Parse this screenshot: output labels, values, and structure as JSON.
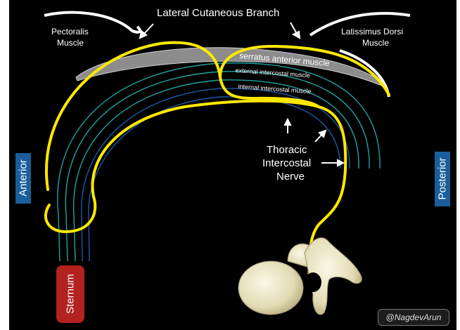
{
  "labels": {
    "lateral_cutaneous_branch": "Lateral Cutaneous Branch",
    "pectoralis_muscle_line1": "Pectoralis",
    "pectoralis_muscle_line2": "Muscle",
    "latissimus_dorsi_line1": "Latissimus Dorsi",
    "latissimus_dorsi_line2": "Muscle",
    "serratus_anterior_muscle": "serratus anterior muscle",
    "external_intercostal_muscle": "external intercostal muscle",
    "internal_intercostal_muscle": "internal intercostal muscle",
    "nerve_line1": "Thoracic",
    "nerve_line2": "Intercostal",
    "nerve_line3": "Nerve",
    "anterior": "Anterior",
    "posterior": "Posterior",
    "sternum": "Sternum",
    "watermark": "@NagdevArun"
  },
  "colors": {
    "background": "#000000",
    "nerve": "#ffe800",
    "serratus": "#8c8c8c",
    "external_intercostal": "#1fa3a0",
    "internal_intercostal": "#1a5aa8",
    "orientation_box": "#1a5f9c",
    "sternum_box": "#b2221e",
    "vertebra": "#ece6c4"
  }
}
